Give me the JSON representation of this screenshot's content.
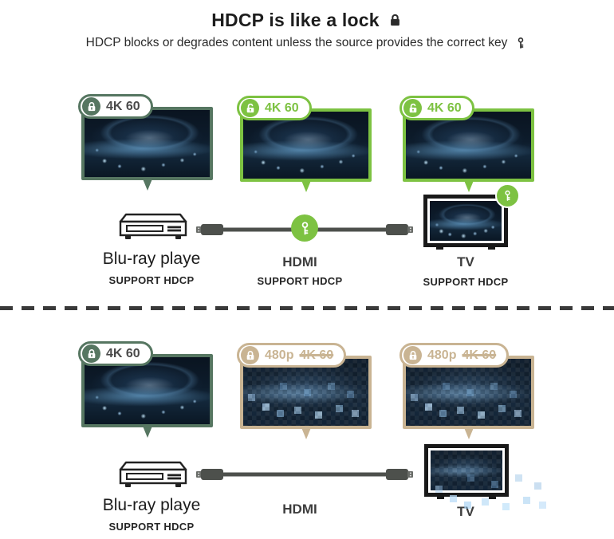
{
  "header": {
    "title": "HDCP is like a lock",
    "subtitle": "HDCP blocks or degrades content unless the source provides the correct key"
  },
  "colors": {
    "bright_green": "#7dc242",
    "dark_green": "#567661",
    "tan": "#c9b493",
    "text_dark": "#1d1d1d",
    "cable_gray": "#4d504c"
  },
  "icons": {
    "title": "lock-closed-icon",
    "subtitle": "key-icon",
    "badge_locked": "lock-closed-icon",
    "badge_unlocked": "lock-open-icon",
    "cable_key": "key-icon",
    "tv_key": "key-icon",
    "source_device": "bluray-player-icon",
    "display_device": "tv-icon"
  },
  "top_section": {
    "monitors": [
      {
        "badge": {
          "text": "4K 60"
        },
        "lock": "locked",
        "theme": "dark-green",
        "picture": "sharp"
      },
      {
        "badge": {
          "text": "4K 60"
        },
        "lock": "unlocked",
        "theme": "green",
        "picture": "sharp"
      },
      {
        "badge": {
          "text": "4K 60"
        },
        "lock": "unlocked",
        "theme": "green",
        "picture": "sharp"
      }
    ],
    "source": {
      "label": "Blu-ray playe",
      "sublabel": "SUPPORT HDCP"
    },
    "cable": {
      "label": "HDMI",
      "sublabel": "SUPPORT HDCP",
      "has_key": true
    },
    "display": {
      "label": "TV",
      "sublabel": "SUPPORT HDCP",
      "has_key": true
    }
  },
  "bottom_section": {
    "monitors": [
      {
        "badge": {
          "text": "4K 60"
        },
        "lock": "locked",
        "theme": "dark-green",
        "picture": "sharp"
      },
      {
        "badge": {
          "text": "480p",
          "strike": "4K 60"
        },
        "lock": "locked",
        "theme": "tan",
        "picture": "degraded"
      },
      {
        "badge": {
          "text": "480p",
          "strike": "4K 60"
        },
        "lock": "locked",
        "theme": "tan",
        "picture": "degraded"
      }
    ],
    "source": {
      "label": "Blu-ray playe",
      "sublabel": "SUPPORT HDCP"
    },
    "cable": {
      "label": "HDMI",
      "has_key": false
    },
    "display": {
      "label": "TV",
      "has_key": false
    }
  }
}
